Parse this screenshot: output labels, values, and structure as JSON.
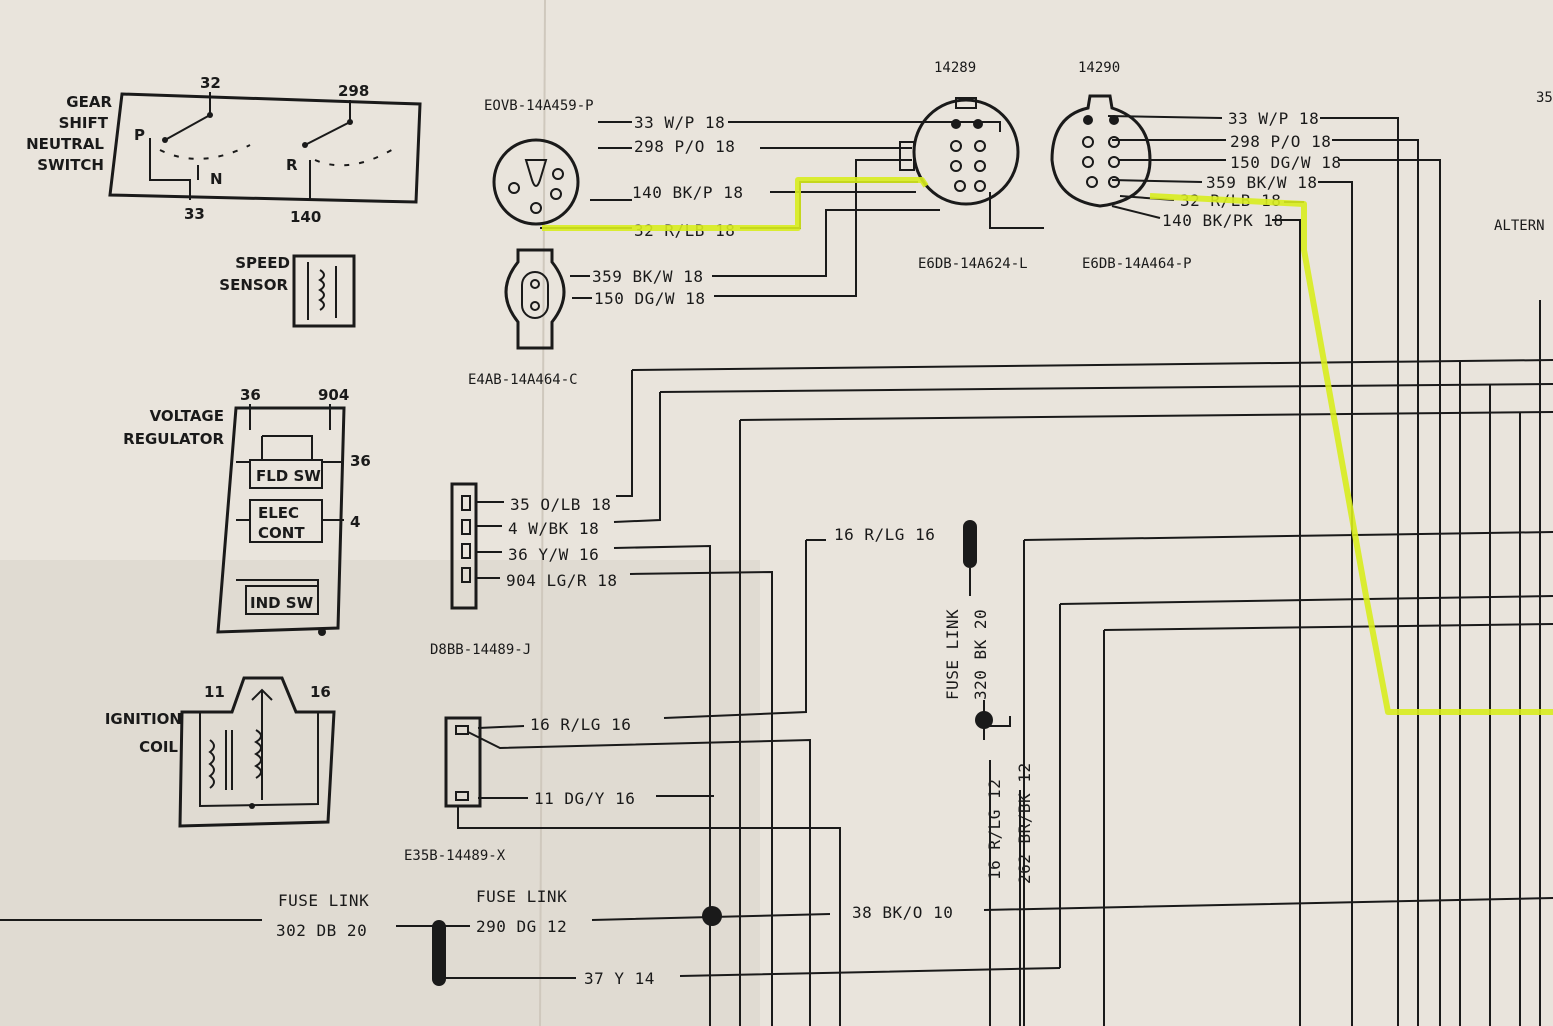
{
  "components": {
    "gear_shift": {
      "title_lines": [
        "GEAR",
        "SHIFT",
        "NEUTRAL",
        "SWITCH"
      ],
      "pin_32": "32",
      "pin_298": "298",
      "pin_33": "33",
      "pin_140": "140",
      "pos_p": "P",
      "pos_n": "N",
      "pos_r": "R"
    },
    "speed_sensor": {
      "title_lines": [
        "SPEED",
        "SENSOR"
      ]
    },
    "voltage_regulator": {
      "title_lines": [
        "VOLTAGE",
        "REGULATOR"
      ],
      "pin_36": "36",
      "pin_904": "904",
      "pin_36_side": "36",
      "pin_4": "4",
      "fld_sw": "FLD SW",
      "elec_cont_1": "ELEC",
      "elec_cont_2": "CONT",
      "ind_sw": "IND SW"
    },
    "ignition_coil": {
      "title_lines": [
        "IGNITION",
        "COIL"
      ],
      "pin_11": "11",
      "pin_16": "16"
    }
  },
  "connectors": {
    "c1": {
      "part": "EOVB-14A459-P",
      "wires": [
        "33 W/P 18",
        "298 P/O 18",
        "140 BK/P 18",
        "32 R/LB 18"
      ]
    },
    "c2": {
      "part": "E4AB-14A464-C",
      "wires": [
        "359 BK/W 18",
        "150 DG/W 18"
      ]
    },
    "c3": {
      "number": "14289",
      "part": "E6DB-14A624-L"
    },
    "c4": {
      "number": "14290",
      "part": "E6DB-14A464-P",
      "wires": [
        "33 W/P 18",
        "298 P/O 18",
        "150 DG/W 18",
        "359 BK/W 18",
        "32 R/LB 18",
        "140 BK/PK 18"
      ]
    },
    "c5": {
      "part": "D8BB-14489-J",
      "wires": [
        "35 O/LB 18",
        "4 W/BK 18",
        "36 Y/W 16",
        "904 LG/R 18"
      ]
    },
    "c6": {
      "part": "E35B-14489-X",
      "wires": [
        "16 R/LG 16",
        "11 DG/Y 16"
      ]
    }
  },
  "wires": {
    "r_lg_16_upper": "16 R/LG 16",
    "fuse_link_1_title": "FUSE LINK",
    "fuse_link_1_wire": "320 BK 20",
    "r_lg_12": "16 R/LG 12",
    "br_bk_12": "262 BR/BK 12",
    "fuse_link_2_title": "FUSE LINK",
    "fuse_link_2_wire": "302 DB 20",
    "fuse_link_3_title": "FUSE LINK",
    "fuse_link_3_wire": "290 DG 12",
    "bk_o_10": "38 BK/O 10",
    "y_14": "37 Y 14"
  },
  "edge_text": {
    "alternator": "ALTERN",
    "top_right": "35"
  },
  "colors": {
    "paper": "#e9e4dc",
    "ink": "#1a1a1a",
    "highlight": "#d8ec1e"
  }
}
